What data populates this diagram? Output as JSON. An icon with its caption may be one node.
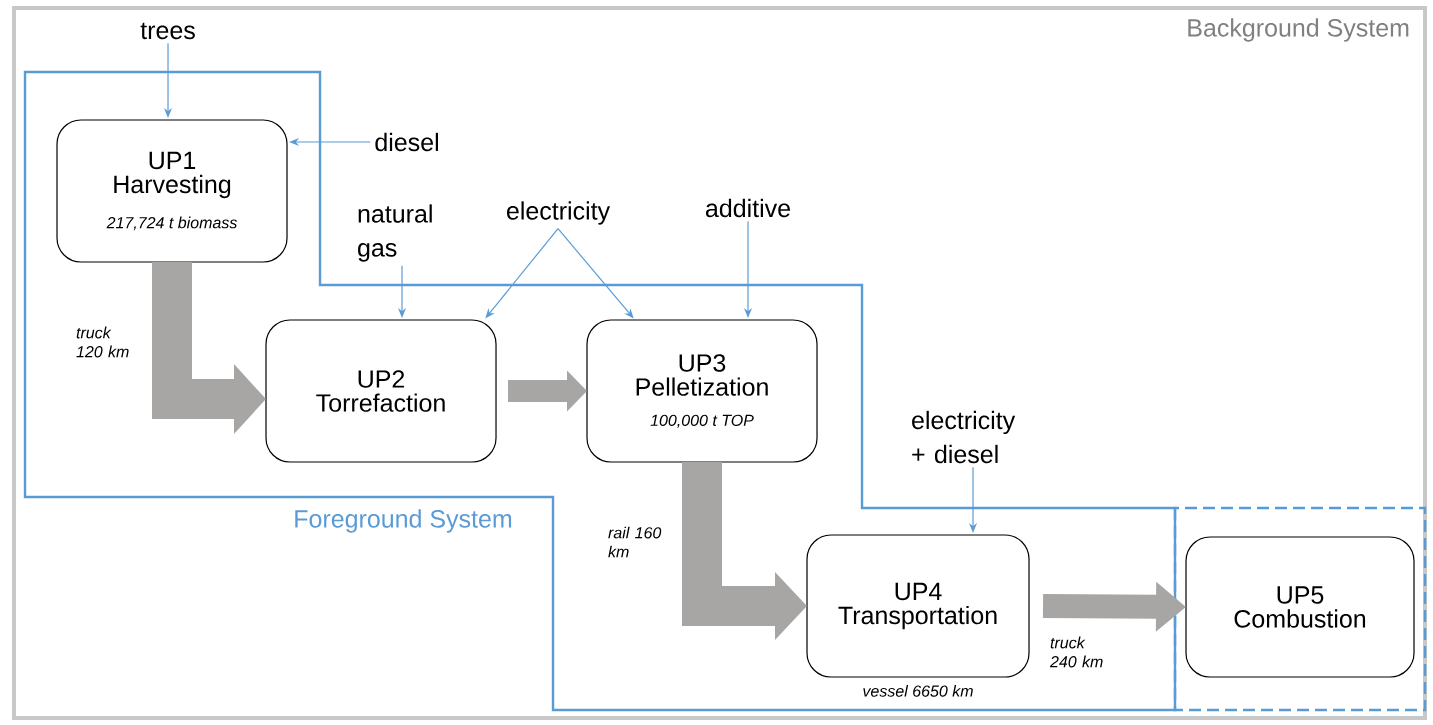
{
  "diagram": {
    "nodes": [
      {
        "text": [
          "UP1",
          "Harvesting",
          "217,724 t biomass"
        ]
      },
      {
        "text": [
          "UP2",
          "Torrefaction"
        ]
      },
      {
        "text": [
          "UP3",
          "Pelletization",
          "100,000 t TOP"
        ]
      },
      {
        "text": [
          "UP4",
          "Transportation"
        ],
        "beside": [
          "vessel 6650 km"
        ]
      },
      {
        "text": [
          "UP5",
          "Combustion"
        ]
      },
      {
        "text": [
          "trees"
        ]
      },
      {
        "text": [
          "diesel"
        ]
      },
      {
        "text": [
          "natural gas"
        ]
      },
      {
        "text": [
          "electricity"
        ]
      },
      {
        "text": [
          "additive"
        ]
      },
      {
        "text": [
          "electricity + diesel"
        ]
      }
    ],
    "edges": [
      {
        "from": 5,
        "to": 0,
        "arrow": "to"
      },
      {
        "from": 6,
        "to": 0,
        "arrow": "to"
      },
      {
        "from": 7,
        "to": 1,
        "arrow": "to"
      },
      {
        "from": 8,
        "to": 1,
        "arrow": "to"
      },
      {
        "from": 8,
        "to": 2,
        "arrow": "to"
      },
      {
        "from": 9,
        "to": 2,
        "arrow": "to"
      },
      {
        "from": 10,
        "to": 3,
        "arrow": "to"
      },
      {
        "from": 0,
        "to": 1,
        "arrow": "to",
        "label": "truck 120 km",
        "style": "thick",
        "color": "#a8a5a5"
      },
      {
        "from": 1,
        "to": 2,
        "arrow": "to",
        "style": "thick",
        "color": "#a8a5a5"
      },
      {
        "from": 2,
        "to": 3,
        "arrow": "to",
        "label": "rail 160 km",
        "style": "thick",
        "color": "#a8a5a5"
      },
      {
        "from": 3,
        "to": 4,
        "arrow": "to",
        "label": "truck 240 km",
        "style": "thick",
        "color": "#a8a5a5"
      }
    ],
    "labels": [
      "Background System",
      "Foreground System"
    ]
  }
}
